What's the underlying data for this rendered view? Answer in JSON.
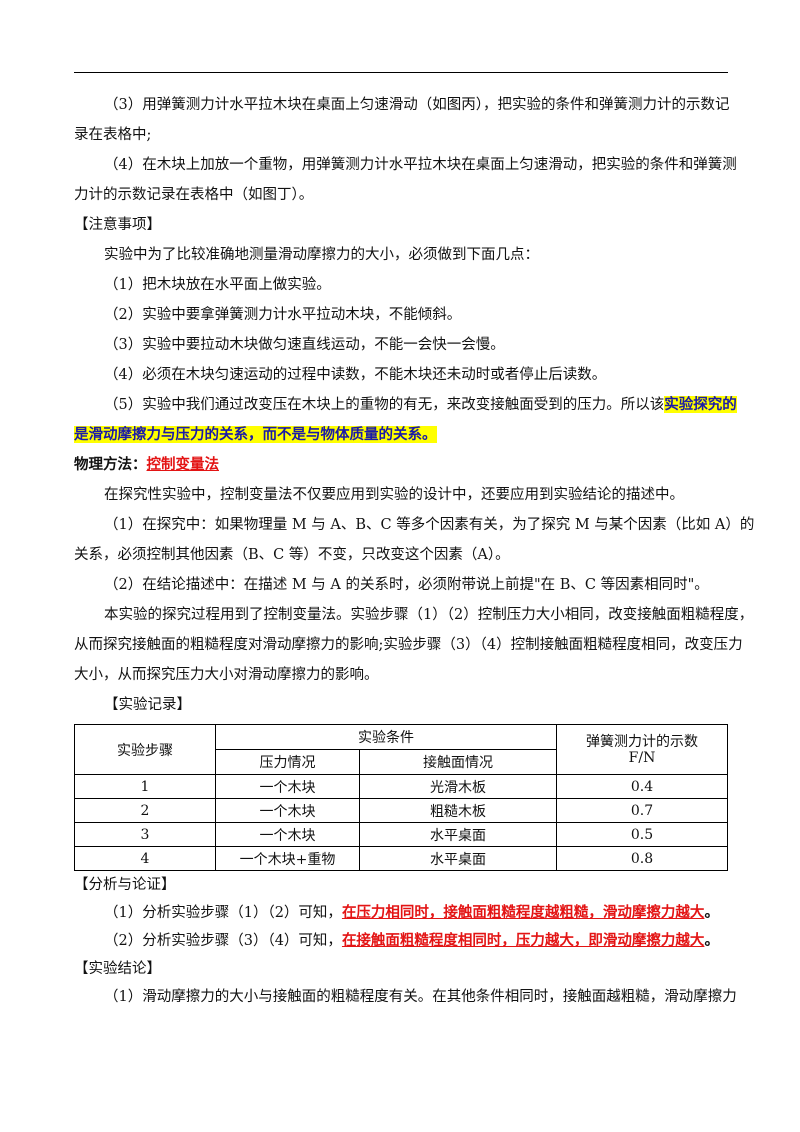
{
  "lines": {
    "l1": "（3）用弹簧测力计水平拉木块在桌面上匀速滑动（如图丙），把实验的条件和弹簧测力计的示数记",
    "l2": "录在表格中;",
    "l3": "（4）在木块上加放一个重物，用弹簧测力计水平拉木块在桌面上匀速滑动，把实验的条件和弹簧测",
    "l4": "力计的示数记录在表格中（如图丁）。",
    "l5": "【注意事项】",
    "l6": "实验中为了比较准确地测量滑动摩擦力的大小，必须做到下面几点：",
    "l7": "（1）把木块放在水平面上做实验。",
    "l8": "（2）实验中要拿弹簧测力计水平拉动木块，不能倾斜。",
    "l9": "（3）实验中要拉动木块做匀速直线运动，不能一会快一会慢。",
    "l10": "（4）必须在木块匀速运动的过程中读数，不能木块还未动时或者停止后读数。",
    "l11": "（5）实验中我们通过改变压在木块上的重物的有无，来改变接触面受到的压力。所以该",
    "l11_hl": "实验探究的",
    "l12_hl": "是滑动摩擦力与压力的关系，而不是与物体质量的关系。",
    "l13_label": "物理方法：",
    "l13_method": "控制变量法",
    "l14": "在探究性实验中，控制变量法不仅要应用到实验的设计中，还要应用到实验结论的描述中。",
    "l15": "（1）在探究中：如果物理量 M 与 A、B、C 等多个因素有关，为了探究 M 与某个因素（比如 A）的",
    "l16": "关系，必须控制其他因素（B、C 等）不变，只改变这个因素（A）。",
    "l17": "（2）在结论描述中：在描述 M 与 A 的关系时，必须附带说上前提\"在 B、C 等因素相同时\"。",
    "l18": "本实验的探究过程用到了控制变量法。实验步骤（1）（2）控制压力大小相同，改变接触面粗糙程度，",
    "l19": "从而探究接触面的粗糙程度对滑动摩擦力的影响;实验步骤（3）（4）控制接触面粗糙程度相同，改变压力",
    "l20": "大小，从而探究压力大小对滑动摩擦力的影响。",
    "l21": "【实验记录】"
  },
  "table": {
    "col_step": "实验步骤",
    "col_condition": "实验条件",
    "col_pressure": "压力情况",
    "col_surface": "接触面情况",
    "col_reading_1": "弹簧测力计的示数",
    "col_reading_2": "F/N",
    "rows": [
      {
        "step": "1",
        "pressure": "一个木块",
        "surface": "光滑木板",
        "reading": "0.4"
      },
      {
        "step": "2",
        "pressure": "一个木块",
        "surface": "粗糙木板",
        "reading": "0.7"
      },
      {
        "step": "3",
        "pressure": "一个木块",
        "surface": "水平桌面",
        "reading": "0.5"
      },
      {
        "step": "4",
        "pressure": "一个木块+重物",
        "surface": "水平桌面",
        "reading": "0.8"
      }
    ]
  },
  "after": {
    "a1": "【分析与论证】",
    "a2_pre": "（1）分析实验步骤（1）（2）可知，",
    "a2_red": "在压力相同时，接触面粗糙程度越粗糙，滑动摩擦力越大",
    "a2_end": "。",
    "a3_pre": "（2）分析实验步骤（3）（4）可知，",
    "a3_red": "在接触面粗糙程度相同时，压力越大，即滑动摩擦力越大",
    "a3_end": "。",
    "a4": "【实验结论】",
    "a5": "（1）滑动摩擦力的大小与接触面的粗糙程度有关。在其他条件相同时，接触面越粗糙，滑动摩擦力"
  }
}
